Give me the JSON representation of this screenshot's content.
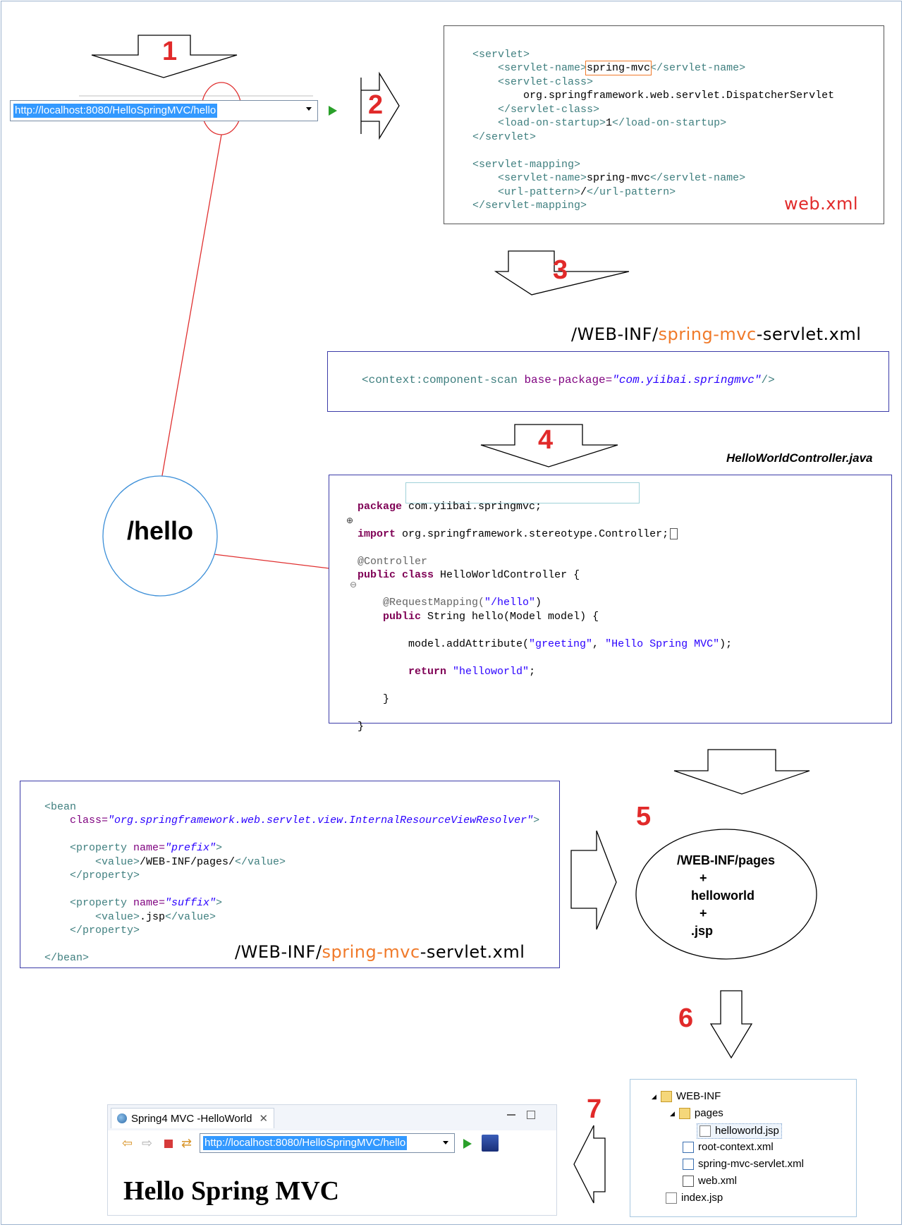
{
  "steps": [
    "1",
    "2",
    "3",
    "4",
    "5",
    "6",
    "7"
  ],
  "browser_top": {
    "url": "http://localhost:8080/HelloSpringMVC/hello"
  },
  "web_xml": {
    "lines": [
      "<servlet>",
      "<servlet-name>spring-mvc</servlet-name>",
      "<servlet-class>",
      "org.springframework.web.servlet.DispatcherServlet",
      "</servlet-class>",
      "<load-on-startup>1</load-on-startup>",
      "</servlet>",
      "<servlet-mapping>",
      "<servlet-name>spring-mvc</servlet-name>",
      "<url-pattern>/</url-pattern>",
      "</servlet-mapping>"
    ],
    "caption": "web.xml"
  },
  "servlet_xml_title": {
    "prefix": "/WEB-INF/",
    "highlight": "spring-mvc",
    "suffix": "-servlet.xml"
  },
  "component_scan": {
    "tag_open": "<context:component-scan ",
    "attr": "base-package=",
    "value": "\"com.yiibai.springmvc\"",
    "tag_close": "/>"
  },
  "controller": {
    "filename": "HelloWorldController.java",
    "lines": {
      "package_kw": "package",
      "package_name": "com.yiibai.springmvc;",
      "import_kw": "import",
      "import_name": "org.springframework.stereotype.Controller;",
      "controller_ann": "@Controller",
      "class_kw": "public class",
      "class_name": "HelloWorldController {",
      "mapping_ann": "@RequestMapping(",
      "mapping_value": "\"/hello\"",
      "mapping_close": ")",
      "method_kw": "public",
      "method_sig": "String hello(Model model) {",
      "model_call": "model.addAttribute(",
      "greeting_key": "\"greeting\"",
      "comma": ", ",
      "greeting_val": "\"Hello Spring MVC\"",
      "call_close": ");",
      "return_kw": "return",
      "return_val": "\"helloworld\"",
      "semi": ";",
      "close_method": "}",
      "close_class": "}"
    }
  },
  "hello_bubble": "/hello",
  "bean_xml": {
    "bean_open": "<bean",
    "class_attr": "class=",
    "class_value": "\"org.springframework.web.servlet.view.InternalResourceViewResolver\"",
    "tag_end": ">",
    "prop_open": "<property ",
    "name_attr": "name=",
    "prefix_value": "\"prefix\"",
    "suffix_value": "\"suffix\"",
    "value_open": "<value>",
    "value_close": "</value>",
    "prefix_text": "/WEB-INF/pages/",
    "suffix_text": ".jsp",
    "prop_close": "</property>",
    "bean_close": "</bean>"
  },
  "resolve_bubble": {
    "line1": "/WEB-INF/pages",
    "plus": "+",
    "line2": "helloworld",
    "line3": ".jsp"
  },
  "tree": {
    "items": [
      {
        "label": "WEB-INF",
        "icon": "folder-open-icon"
      },
      {
        "label": "pages",
        "icon": "folder-open-icon"
      },
      {
        "label": "helloworld.jsp",
        "icon": "jsp-file-icon"
      },
      {
        "label": "root-context.xml",
        "icon": "spring-xml-icon"
      },
      {
        "label": "spring-mvc-servlet.xml",
        "icon": "spring-xml-icon"
      },
      {
        "label": "web.xml",
        "icon": "xml-file-icon"
      },
      {
        "label": "index.jsp",
        "icon": "jsp-file-icon"
      }
    ]
  },
  "browser_bottom": {
    "tab_title": "Spring4 MVC -HelloWorld",
    "url": "http://localhost:8080/HelloSpringMVC/hello",
    "heading": "Hello Spring MVC"
  },
  "colors": {
    "step_red": "#e12a2a",
    "highlight_orange": "#f07a2a",
    "box_blue": "#3b3ba8",
    "connector_red": "#e03030",
    "bubble_blue": "#3c8fd8"
  }
}
